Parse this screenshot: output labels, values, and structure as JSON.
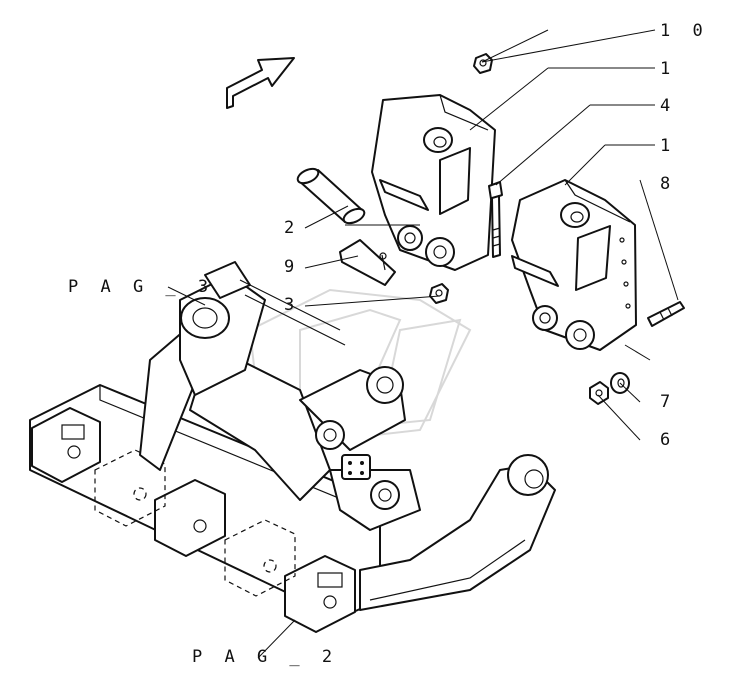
{
  "callouts": {
    "c10": "1 0",
    "c1a": "1",
    "c4": "4",
    "c1b": "1",
    "c8": "8",
    "c2": "2",
    "c9": "9",
    "c3": "3",
    "c7": "7",
    "c6": "6"
  },
  "page_refs": {
    "pag3": "P A G _ 3",
    "pag2": "P A G _ 2"
  },
  "icons": [
    "direction-arrow-icon",
    "watermark-logo-icon"
  ],
  "colors": {
    "ink": "#111111",
    "paper": "#ffffff",
    "watermark": "#d8d8d8"
  }
}
